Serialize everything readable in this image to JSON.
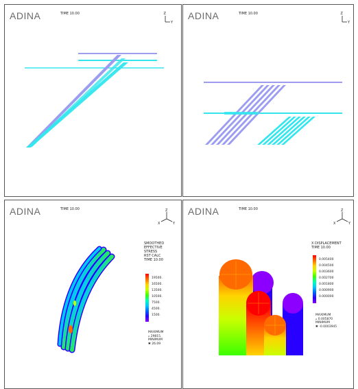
{
  "panels": [
    {
      "brand": "ADINA",
      "time": "TIME 10.00",
      "axes": [
        "Z",
        "Y"
      ]
    },
    {
      "brand": "ADINA",
      "time": "TIME 10.00",
      "axes": [
        "Z",
        "Y"
      ]
    },
    {
      "brand": "ADINA",
      "time": "TIME 10.00",
      "axes": [
        "Z",
        "X",
        "Y"
      ],
      "legend": {
        "title": [
          "SMOOTHED",
          "EFFECTIVE",
          "STRESS",
          "RST CALC",
          "TIME 10.00"
        ],
        "ticks": [
          "19500.",
          "16500.",
          "13500.",
          "10500.",
          "7500.",
          "4500.",
          "1500."
        ],
        "max_label": "MAXIMUM",
        "max_value": "29815.",
        "min_label": "MINIMUM",
        "min_value": "26.09",
        "colors": [
          "#ff0000",
          "#ff6a00",
          "#ffd400",
          "#c8ff00",
          "#3cff00",
          "#00ffb4",
          "#00c8ff",
          "#0064ff",
          "#2800ff",
          "#8c00ff"
        ]
      }
    },
    {
      "brand": "ADINA",
      "time": "TIME 10.00",
      "axes": [
        "Z",
        "X",
        "Y"
      ],
      "legend": {
        "title": [
          "X DISPLACEMENT",
          "TIME 10.00"
        ],
        "ticks": [
          "0.005400",
          "0.004500",
          "0.003600",
          "0.002700",
          "0.001800",
          "0.000900",
          "0.000000"
        ],
        "max_label": "MAXIMUM",
        "max_value": "0.005870",
        "min_label": "MINIMUM",
        "min_value": "-0.0003945",
        "colors": [
          "#ff0000",
          "#ff6a00",
          "#ffd400",
          "#c8ff00",
          "#3cff00",
          "#00ffb4",
          "#00c8ff",
          "#0064ff",
          "#2800ff",
          "#8c00ff"
        ]
      }
    }
  ],
  "colors": {
    "cyan": "#33e6ee",
    "lavender": "#9c9cf0",
    "blue_dark": "#2a2ae8"
  }
}
